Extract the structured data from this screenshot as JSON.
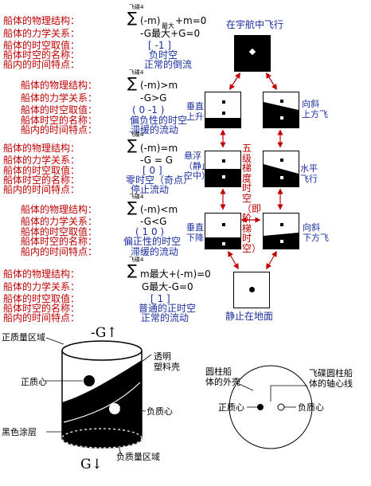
{
  "sections": [
    {
      "labels": [
        "船体的物理结构：",
        "船体的力学关系：",
        "船体的时空取值：",
        "船体时空的名称：",
        "船内的时间特点："
      ],
      "formula": {
        "sum_top": "飞碟4",
        "body": "(-m)",
        "sub": "最大",
        "rel": "+m=0"
      },
      "force": "-G最大+G=0",
      "value": "[  -1  ]",
      "name": "负时空",
      "time": "正常的倒流"
    },
    {
      "labels": [
        "船体的物理结构：",
        "船体的力学关系：",
        "船体的时空取值：",
        "船体时空的名称：",
        "船内的时间特点："
      ],
      "formula": {
        "sum_top": "飞碟4",
        "body": "(-m)>m"
      },
      "force": "-G>G",
      "value": "( 0   -1 )",
      "name": "偏负性的时空",
      "time": "滞缓的流动"
    },
    {
      "labels": [
        "船体的物理结构：",
        "船体的力学关系：",
        "船体的时空取值：",
        "船体时空的名称：",
        "船内的时间特点："
      ],
      "formula": {
        "sum_top": "飞碟4",
        "body": "(-m)=m"
      },
      "force": "-G = G",
      "value": "[  0  ]",
      "name": "零时空（奇点）",
      "time": "停止流动"
    },
    {
      "labels": [
        "船体的物理结构：",
        "船体的力学关系：",
        "船体的时空取值：",
        "船体时空的名称：",
        "船内的时间特点："
      ],
      "formula": {
        "sum_top": "飞碟4",
        "body": "(-m)<m"
      },
      "force": "-G<G",
      "value": "( 1   0 )",
      "name": "偏正性的时空",
      "time": "滞缓的流动"
    },
    {
      "labels": [
        "船体的物理结构：",
        "船体的力学关系：",
        "船体的时空取值：",
        "船体时空的名称：",
        "船内的时间特点："
      ],
      "formula": {
        "sum_top": "飞碟4",
        "body": "m最大+(-m)=0"
      },
      "force": "G最大-G=0",
      "value": "[  1  ]",
      "name": "普通的正时空",
      "time": "正常的流动"
    }
  ],
  "states": {
    "space": "在宇航中飞行",
    "up": "垂直\n上升",
    "up_diag": "向斜\n上方飞",
    "hover": "悬浮\n（静止\n空中）",
    "fifth": "五级梯度时空（即阶梯时空）",
    "level": "水平\n飞行",
    "down": "垂直\n下降",
    "down_diag": "向斜\n下方飞",
    "ground": "静止在地面"
  },
  "cylinder": {
    "top_label": "正质量区域",
    "neg_g": "-G↑",
    "shell": "透明\n塑料壳",
    "pos_center": "正质心",
    "neg_center": "负质心",
    "coating": "黑色涂层",
    "bottom_label": "负质量区域",
    "g": "G↓"
  },
  "topview": {
    "shell": "圆柱船\n体的外壳",
    "axis": "飞碟圆柱船\n体的轴心线",
    "pos_center": "正质心",
    "neg_center": "负质心"
  }
}
